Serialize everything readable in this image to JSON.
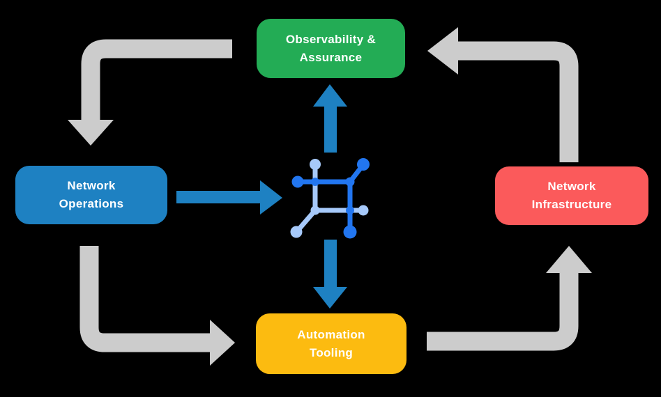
{
  "title": "Network automation lifecycle diagram",
  "colors": {
    "background": "#000000",
    "observability_green": "#23AC55",
    "operations_blue": "#1E81C2",
    "infrastructure_red": "#FB5A5B",
    "tooling_yellow": "#FCBB10",
    "gray_arrow": "#CCCCCC",
    "blue_arrow": "#1E81C2",
    "icon_dark_blue": "#2276F0",
    "icon_light_blue": "#A6C9FA",
    "box_text": "#FFFFFF"
  },
  "boxes": {
    "observability": {
      "lines": [
        "Observability &",
        "Assurance"
      ]
    },
    "operations": {
      "lines": [
        "Network",
        "Operations"
      ]
    },
    "infrastructure": {
      "lines": [
        "Network",
        "Infrastructure"
      ]
    },
    "tooling": {
      "lines": [
        "Automation",
        "Tooling"
      ]
    }
  },
  "icons": {
    "center": "network-automation-icon"
  },
  "flows": [
    {
      "from": "observability",
      "to": "operations",
      "style": "gray-elbow"
    },
    {
      "from": "operations",
      "to": "tooling",
      "style": "gray-elbow"
    },
    {
      "from": "tooling",
      "to": "infrastructure",
      "style": "gray-elbow"
    },
    {
      "from": "infrastructure",
      "to": "observability",
      "style": "gray-elbow"
    },
    {
      "from": "operations",
      "to": "center-icon",
      "style": "blue-straight"
    },
    {
      "from": "center-icon",
      "to": "observability",
      "style": "blue-straight"
    },
    {
      "from": "center-icon",
      "to": "tooling",
      "style": "blue-straight"
    }
  ]
}
